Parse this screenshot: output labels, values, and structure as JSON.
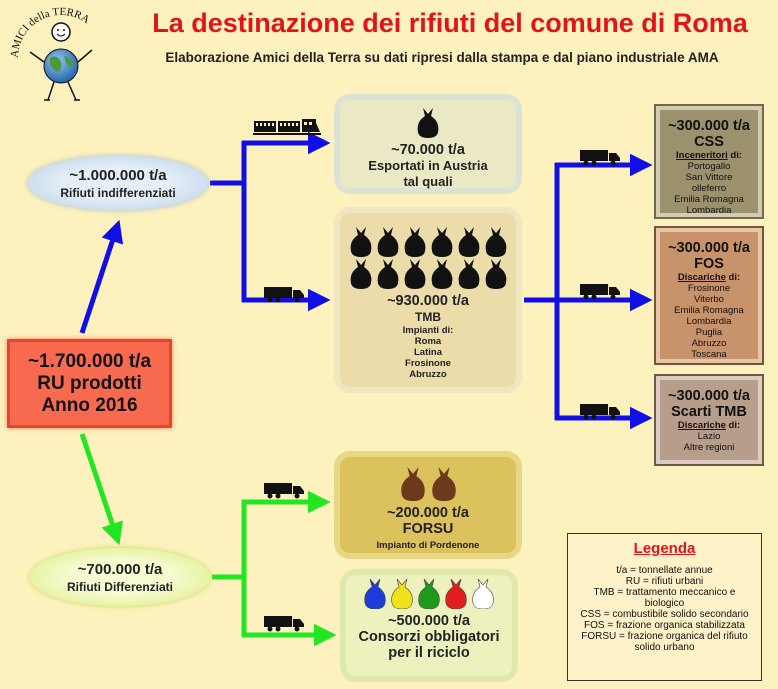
{
  "header": {
    "title": "La destinazione dei rifiuti del comune di Roma",
    "subtitle": "Elaborazione Amici della Terra su dati ripresi dalla stampa e dal piano industriale AMA",
    "logo_text": "AMICI della TERRA"
  },
  "source": {
    "line1": "~1.700.000 t/a",
    "line2": "RU prodotti",
    "line3": "Anno 2016"
  },
  "indifferenziati": {
    "amount": "~1.000.000 t/a",
    "label": "Rifiuti indifferenziati"
  },
  "differenziati": {
    "amount": "~700.000 t/a",
    "label": "Rifiuti Differenziati"
  },
  "austria": {
    "amount": "~70.000 t/a",
    "line1": "Esportati in Austria",
    "line2": "tal quali"
  },
  "tmb": {
    "amount": "~930.000 t/a",
    "name": "TMB",
    "heading": "Impianti di:",
    "sites": [
      "Roma",
      "Latina",
      "Frosinone",
      "Abruzzo"
    ]
  },
  "forsu": {
    "amount": "~200.000 t/a",
    "name": "FORSU",
    "plant": "Impianto di Pordenone"
  },
  "riciclo": {
    "amount": "~500.000 t/a",
    "line1": "Consorzi obbligatori",
    "line2": "per il riciclo"
  },
  "css": {
    "amount": "~300.000 t/a",
    "name": "CSS",
    "heading_u": "Inceneritori",
    "heading_rest": " di:",
    "sites": [
      "Portogallo",
      "San Vittore",
      "olleferro",
      "Emilia Romagna",
      "Lombardia"
    ]
  },
  "fos": {
    "amount": "~300.000 t/a",
    "name": "FOS",
    "heading_u": "Discariche",
    "heading_rest": " di:",
    "sites": [
      "Frosinone",
      "Viterbo",
      "Emilia Romagna",
      "Lombardia",
      "Puglia",
      "Abruzzo",
      "Toscana"
    ]
  },
  "scarti": {
    "amount": "~300.000 t/a",
    "name": "Scarti TMB",
    "heading_u": "Discariche",
    "heading_rest": " di:",
    "sites": [
      "Lazio",
      "Altre regioni"
    ]
  },
  "legend": {
    "title": "Legenda",
    "items": [
      "t/a = tonnellate annue",
      "RU = rifiuti urbani",
      "TMB = trattamento meccanico e",
      "biologico",
      "CSS = combustibile solido secondario",
      "FOS = frazione organica stabilizzata",
      "FORSU = frazione organica del rifiuto",
      "solido urbano"
    ]
  },
  "colors": {
    "title": "#e2141a",
    "indifferenziati_arrow": "#1010e6",
    "differenziati_arrow": "#22e622",
    "source_box": "#f86a50",
    "bag_black": "#111111",
    "bag_brown": "#6b3a1a",
    "bag_blue": "#1e3cd8",
    "bag_yellow": "#f2e11a",
    "bag_green": "#1e9a1e",
    "bag_red": "#e01e1e",
    "bag_white": "#ffffff"
  }
}
